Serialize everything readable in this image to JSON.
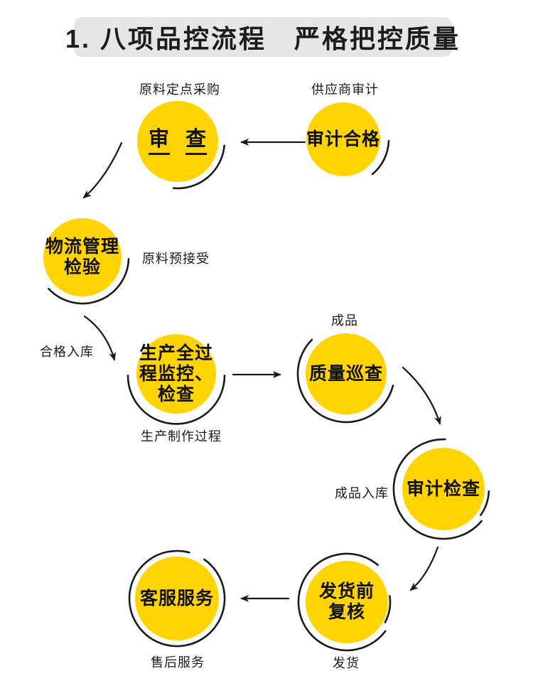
{
  "banner": {
    "title": "1. 八项品控流程　严格把控质量"
  },
  "colors": {
    "node_fill": "#FFD400",
    "banner_bg": "#E6E6E6",
    "ink": "#1A1A1A",
    "page_bg": "#FFFFFF"
  },
  "nodes": [
    {
      "id": "review",
      "label_parts": [
        "审",
        "查"
      ],
      "caption": "原料定点采购"
    },
    {
      "id": "audit-qualified",
      "label": "审计合格",
      "caption": "供应商审计"
    },
    {
      "id": "logistics-inspection",
      "label": "物流管理\n检验",
      "caption": "原料预接受"
    },
    {
      "id": "production-monitor",
      "label": "生产全过\n程监控、\n检查",
      "caption": "生产制作过程"
    },
    {
      "id": "quality-patrol",
      "label": "质量巡查",
      "caption": "成品"
    },
    {
      "id": "audit-check",
      "label": "审计检查",
      "caption": "成品入库"
    },
    {
      "id": "pre-shipment-recheck",
      "label": "发货前\n复核",
      "caption": "发货"
    },
    {
      "id": "customer-service",
      "label": "客服服务",
      "caption": "售后服务"
    }
  ],
  "flow_labels": {
    "qualified_into_storage": "合格入库"
  }
}
